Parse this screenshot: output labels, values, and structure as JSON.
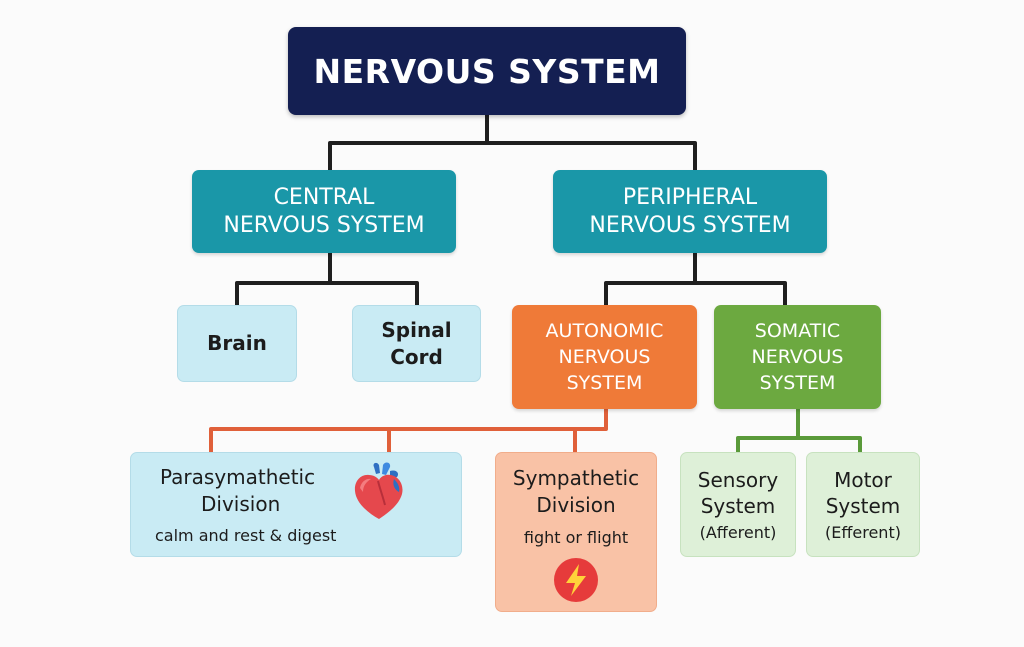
{
  "root": {
    "label": "NERVOUS SYSTEM"
  },
  "cns": {
    "line1": "CENTRAL",
    "line2": "NERVOUS SYSTEM"
  },
  "pns": {
    "line1": "PERIPHERAL",
    "line2": "NERVOUS SYSTEM"
  },
  "brain": {
    "label": "Brain"
  },
  "spinal": {
    "line1": "Spinal",
    "line2": "Cord"
  },
  "autonomic": {
    "line1": "AUTONOMIC",
    "line2": "NERVOUS",
    "line3": "SYSTEM"
  },
  "somatic": {
    "line1": "SOMATIC",
    "line2": "NERVOUS",
    "line3": "SYSTEM"
  },
  "parasympathetic": {
    "line1": "Parasymathetic",
    "line2": "Division",
    "sub": "calm and rest & digest",
    "icon": "heart-icon"
  },
  "sympathetic": {
    "line1": "Sympathetic",
    "line2": "Division",
    "sub": "fight or flight",
    "icon": "lightning-icon"
  },
  "sensory": {
    "line1": "Sensory",
    "line2": "System",
    "sub": "(Afferent)"
  },
  "motor": {
    "line1": "Motor",
    "line2": "System",
    "sub": "(Efferent)"
  },
  "colors": {
    "root": "#141f52",
    "teal": "#1a97a8",
    "light_blue": "#c9ebf4",
    "orange": "#ef7a38",
    "peach": "#f9c2a6",
    "green": "#6ca940",
    "light_green": "#def0d8",
    "connector_dark": "#1f1f1f",
    "connector_orange": "#e0603a",
    "connector_green": "#5a9a3a"
  }
}
